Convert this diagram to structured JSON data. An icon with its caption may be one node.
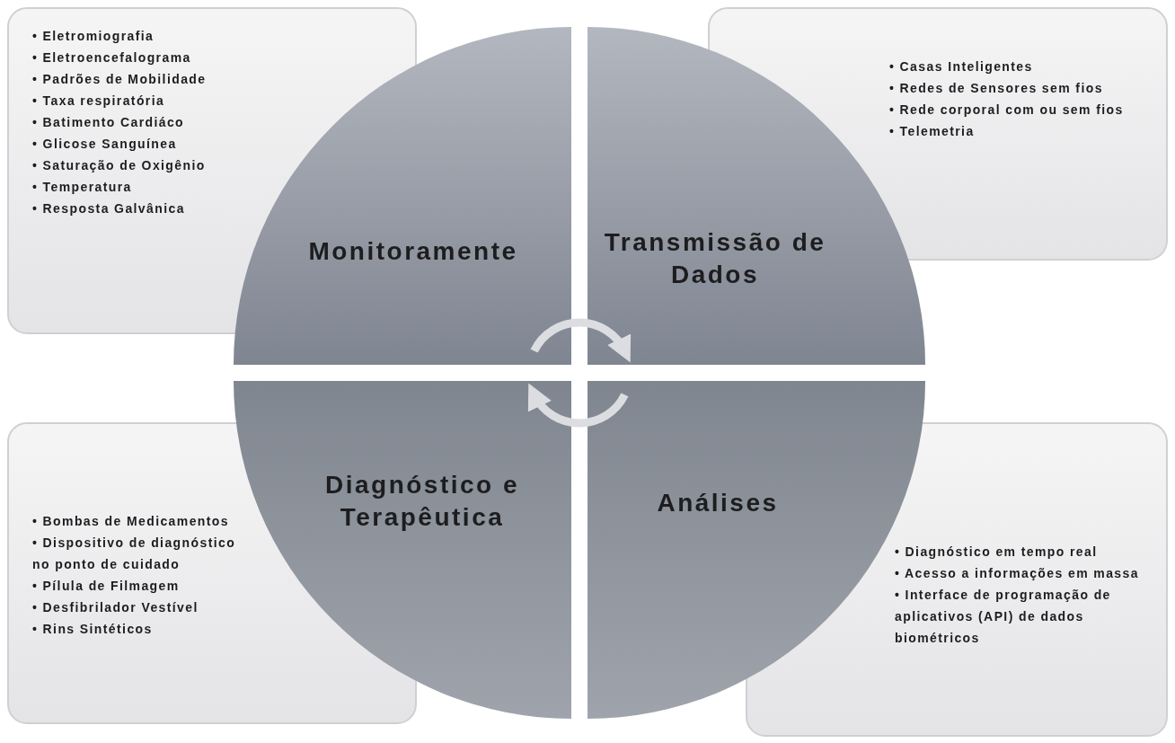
{
  "diagram": {
    "nodes": [
      {
        "text": [
          "Monitoramente"
        ]
      },
      {
        "text": [
          "Transmissão de Dados"
        ]
      },
      {
        "text": [
          "Diagnóstico e Terapêutica"
        ]
      },
      {
        "text": [
          "Análises"
        ]
      },
      {
        "text": [
          "• Eletromiografia",
          "• Eletroencefalograma",
          "• Padrões de Mobilidade",
          "• Taxa respiratória",
          "• Batimento Cardiáco",
          "• Glicose Sanguínea",
          "• Saturação de Oxigênio",
          "• Temperatura",
          "• Resposta Galvânica"
        ]
      },
      {
        "text": [
          "• Casas Inteligentes",
          "• Redes de Sensores sem fios",
          "• Rede corporal com ou sem fios",
          "• Telemetria"
        ]
      },
      {
        "text": [
          "• Bombas de Medicamentos",
          "• Dispositivo de diagnóstico no ponto de cuidado",
          "• Pílula de Filmagem",
          "• Desfibrilador Vestível",
          "• Rins Sintéticos"
        ]
      },
      {
        "text": [
          "• Diagnóstico em tempo real",
          "• Acesso a informações em massa",
          "• Interface de programação de aplicativos (API) de dados biométricos"
        ]
      }
    ],
    "edges": [
      {
        "from": 0,
        "to": 1,
        "arrow": "to"
      },
      {
        "from": 3,
        "to": 2,
        "arrow": "to"
      }
    ]
  }
}
